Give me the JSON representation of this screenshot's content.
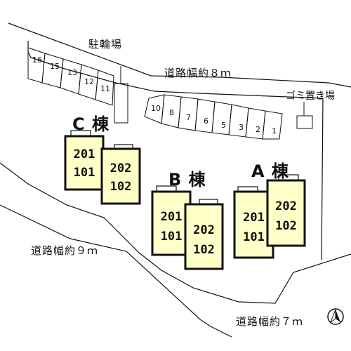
{
  "roads": {
    "top": "道路幅約８ｍ",
    "left": "道路幅約９ｍ",
    "bottom": "道路幅約７ｍ"
  },
  "facilities": {
    "bicycle_parking": "駐輪場",
    "garbage": "ゴミ置き場"
  },
  "buildings": {
    "a": {
      "label": "A 棟",
      "left_units": [
        "201",
        "101"
      ],
      "right_units": [
        "202",
        "102"
      ]
    },
    "b": {
      "label": "B 棟",
      "left_units": [
        "201",
        "101"
      ],
      "right_units": [
        "202",
        "102"
      ]
    },
    "c": {
      "label": "C 棟",
      "left_units": [
        "201",
        "101"
      ],
      "right_units": [
        "202",
        "102"
      ]
    }
  },
  "parking_left": [
    "16",
    "15",
    "13",
    "12",
    "11"
  ],
  "parking_right": [
    "10",
    "8",
    "7",
    "6",
    "5",
    "3",
    "2",
    "1"
  ],
  "colors": {
    "building_fill": "#ffffc8",
    "outline": "#111111",
    "background": "#ffffff"
  },
  "north_arrow_icon": "north-arrow-icon"
}
